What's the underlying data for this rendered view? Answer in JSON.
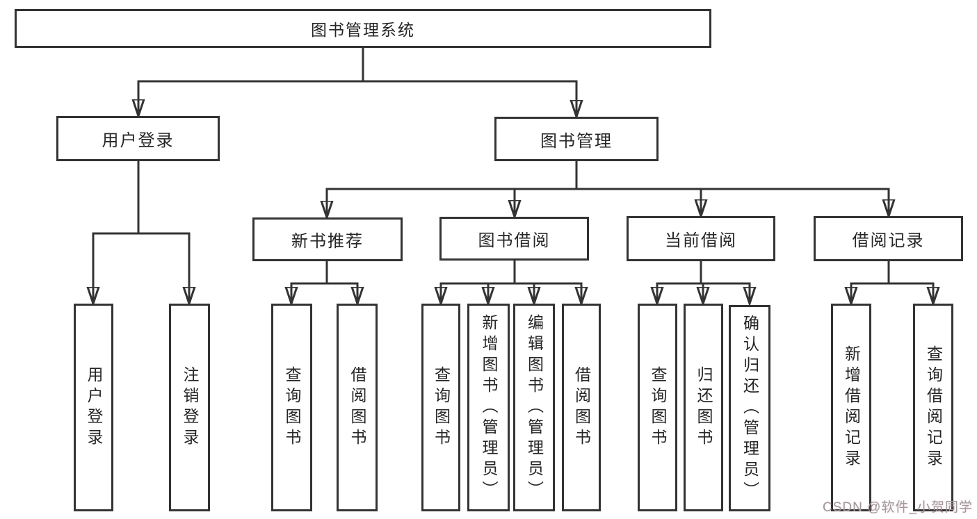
{
  "diagram": {
    "title": "图书管理系统",
    "nodes": {
      "root": "图书管理系统",
      "user_login": "用户登录",
      "book_mgmt": "图书管理",
      "new_book_rec": "新书推荐",
      "book_borrow": "图书借阅",
      "current_borrow": "当前借阅",
      "borrow_records": "借阅记录",
      "leaf_user_login": "用户登录",
      "leaf_logout": "注销登录",
      "leaf_query_book_rec": "查询图书",
      "leaf_borrow_book_rec": "借阅图书",
      "leaf_query_book_borrow": "查询图书",
      "leaf_add_book": "新增图书（管理员）",
      "leaf_edit_book": "编辑图书（管理员）",
      "leaf_borrow_book_borrow": "借阅图书",
      "leaf_query_book_current": "查询图书",
      "leaf_return_book": "归还图书",
      "leaf_confirm_return": "确认归还（管理员）",
      "leaf_add_borrow_record": "新增借阅记录",
      "leaf_query_borrow_record": "查询借阅记录"
    },
    "edges": [
      "图书管理系统→用户登录",
      "图书管理系统→图书管理",
      "用户登录→用户登录",
      "用户登录→注销登录",
      "图书管理→新书推荐",
      "图书管理→图书借阅",
      "图书管理→当前借阅",
      "图书管理→借阅记录",
      "新书推荐→查询图书",
      "新书推荐→借阅图书",
      "图书借阅→查询图书",
      "图书借阅→新增图书（管理员）",
      "图书借阅→编辑图书（管理员）",
      "图书借阅→借阅图书",
      "当前借阅→查询图书",
      "当前借阅→归还图书",
      "当前借阅→确认归还（管理员）",
      "借阅记录→新增借阅记录",
      "借阅记录→查询借阅记录"
    ]
  },
  "watermark": "CSDN @软件_小贺同学",
  "colors": {
    "line": "#333333",
    "text": "#262626",
    "background": "#ffffff",
    "watermark": "#9f9b9b"
  }
}
